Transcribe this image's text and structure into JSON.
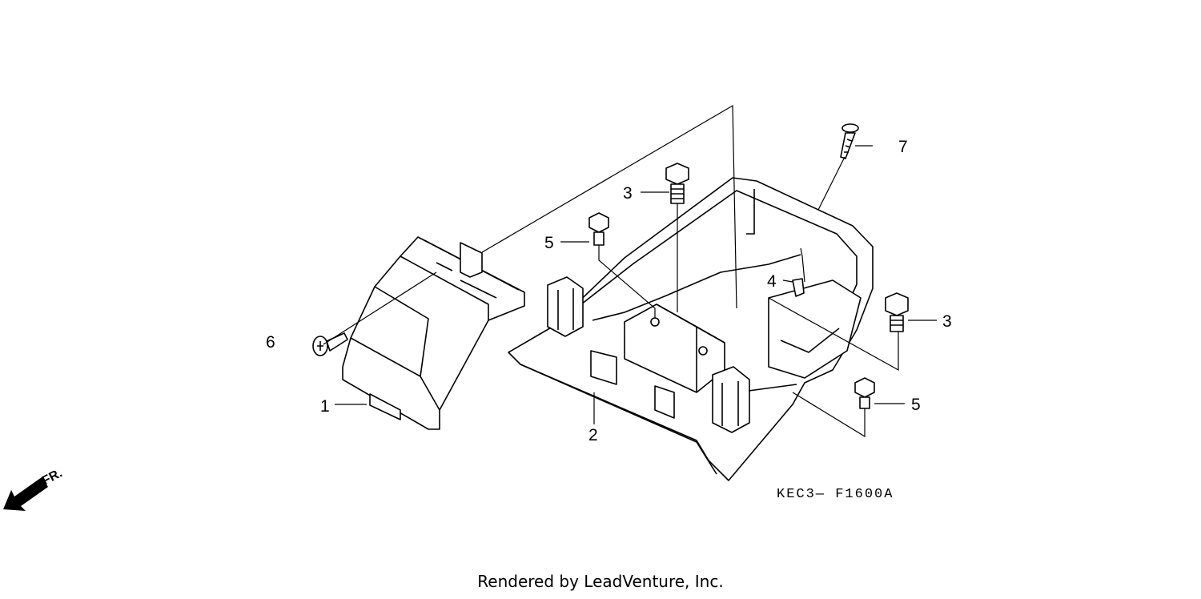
{
  "diagram": {
    "code": "KEC3— F1600A",
    "direction": "FR.",
    "callouts": [
      "1",
      "2",
      "3",
      "3",
      "4",
      "5",
      "5",
      "6",
      "7"
    ]
  },
  "footer": {
    "credit": "Rendered by LeadVenture, Inc."
  }
}
